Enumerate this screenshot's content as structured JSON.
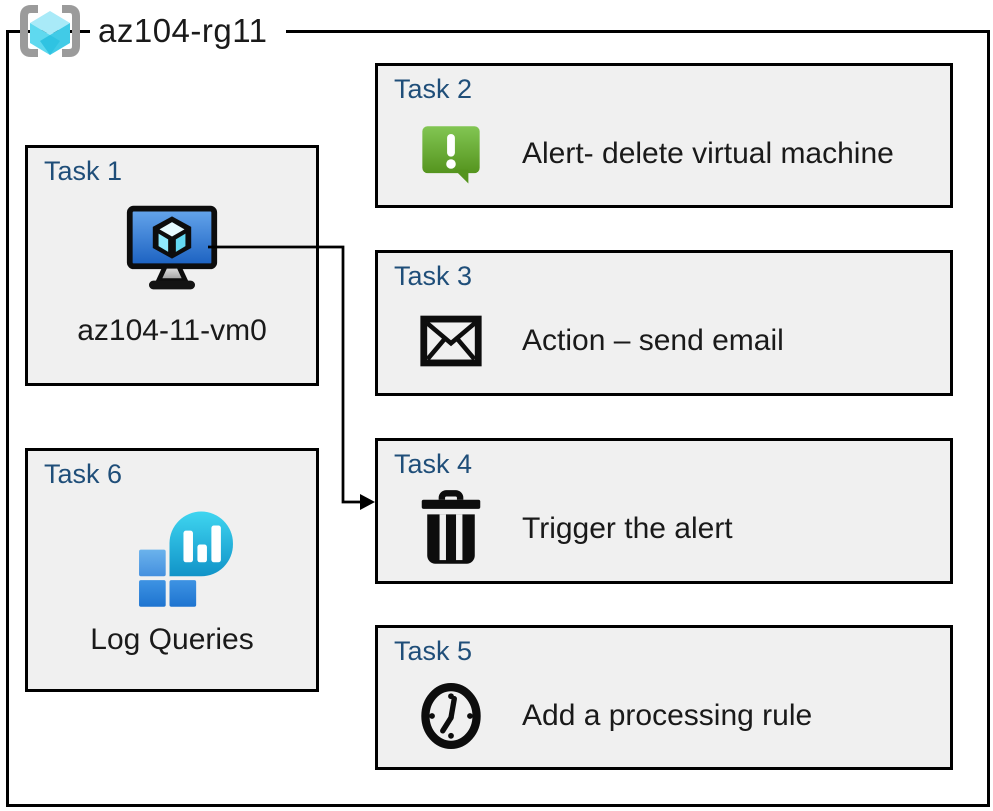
{
  "resource_group": {
    "name": "az104-rg11"
  },
  "tasks": {
    "task1": {
      "label": "Task 1",
      "caption": "az104-11-vm0"
    },
    "task2": {
      "label": "Task 2",
      "description": "Alert- delete virtual machine"
    },
    "task3": {
      "label": "Task 3",
      "description": "Action – send email"
    },
    "task4": {
      "label": "Task 4",
      "description": "Trigger the alert"
    },
    "task5": {
      "label": "Task 5",
      "description": "Add a processing rule"
    },
    "task6": {
      "label": "Task 6",
      "caption": "Log Queries"
    }
  },
  "icons": {
    "resource_group": "resource-group-brackets-cube-icon",
    "task1": "virtual-machine-monitor-icon",
    "task2": "alert-message-bubble-icon",
    "task3": "email-envelope-icon",
    "task4": "trash-delete-icon",
    "task5": "clock-icon",
    "task6": "log-analytics-icon"
  },
  "connector": {
    "from": "task1-virtual-machine",
    "to": "task4",
    "style": "elbow-arrow"
  },
  "colors": {
    "task_title_blue": "#1F4E79",
    "box_fill_gray": "#F0F0F0",
    "border_black": "#000000",
    "alert_green_top": "#82C653",
    "alert_green_bottom": "#55941E",
    "vm_screen_top": "#66A6EC",
    "vm_screen_bottom": "#1A60C0",
    "rg_cube_cyan": "#5FD9EF",
    "bracket_gray": "#9B9B9B",
    "log_balloon_top": "#3FD5F0",
    "log_balloon_bottom": "#1193C8",
    "log_square_light": "#61ACEA",
    "log_square_dark": "#2B86DC"
  }
}
